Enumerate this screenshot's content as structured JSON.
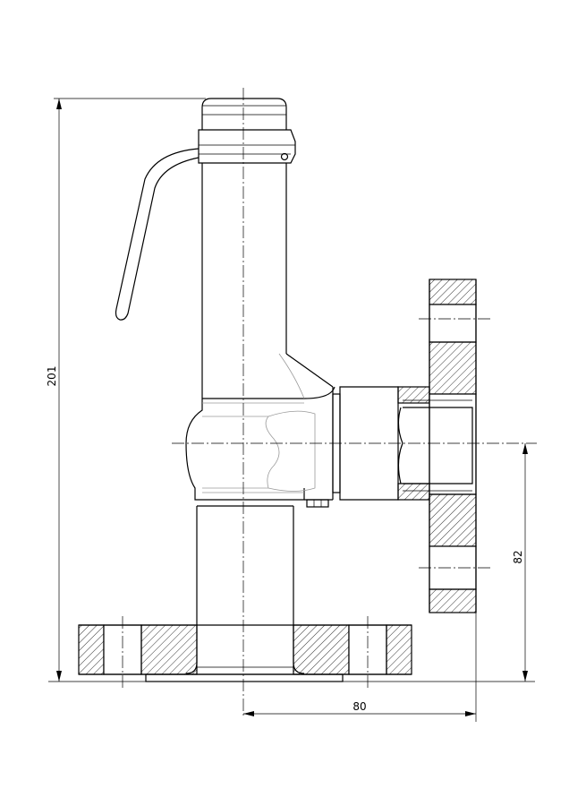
{
  "dimensions": {
    "height_total": "201",
    "outlet_height": "82",
    "outlet_offset": "80"
  },
  "colors": {
    "line": "#000000",
    "hidden_line": "#9a9a9a",
    "background": "#ffffff"
  }
}
